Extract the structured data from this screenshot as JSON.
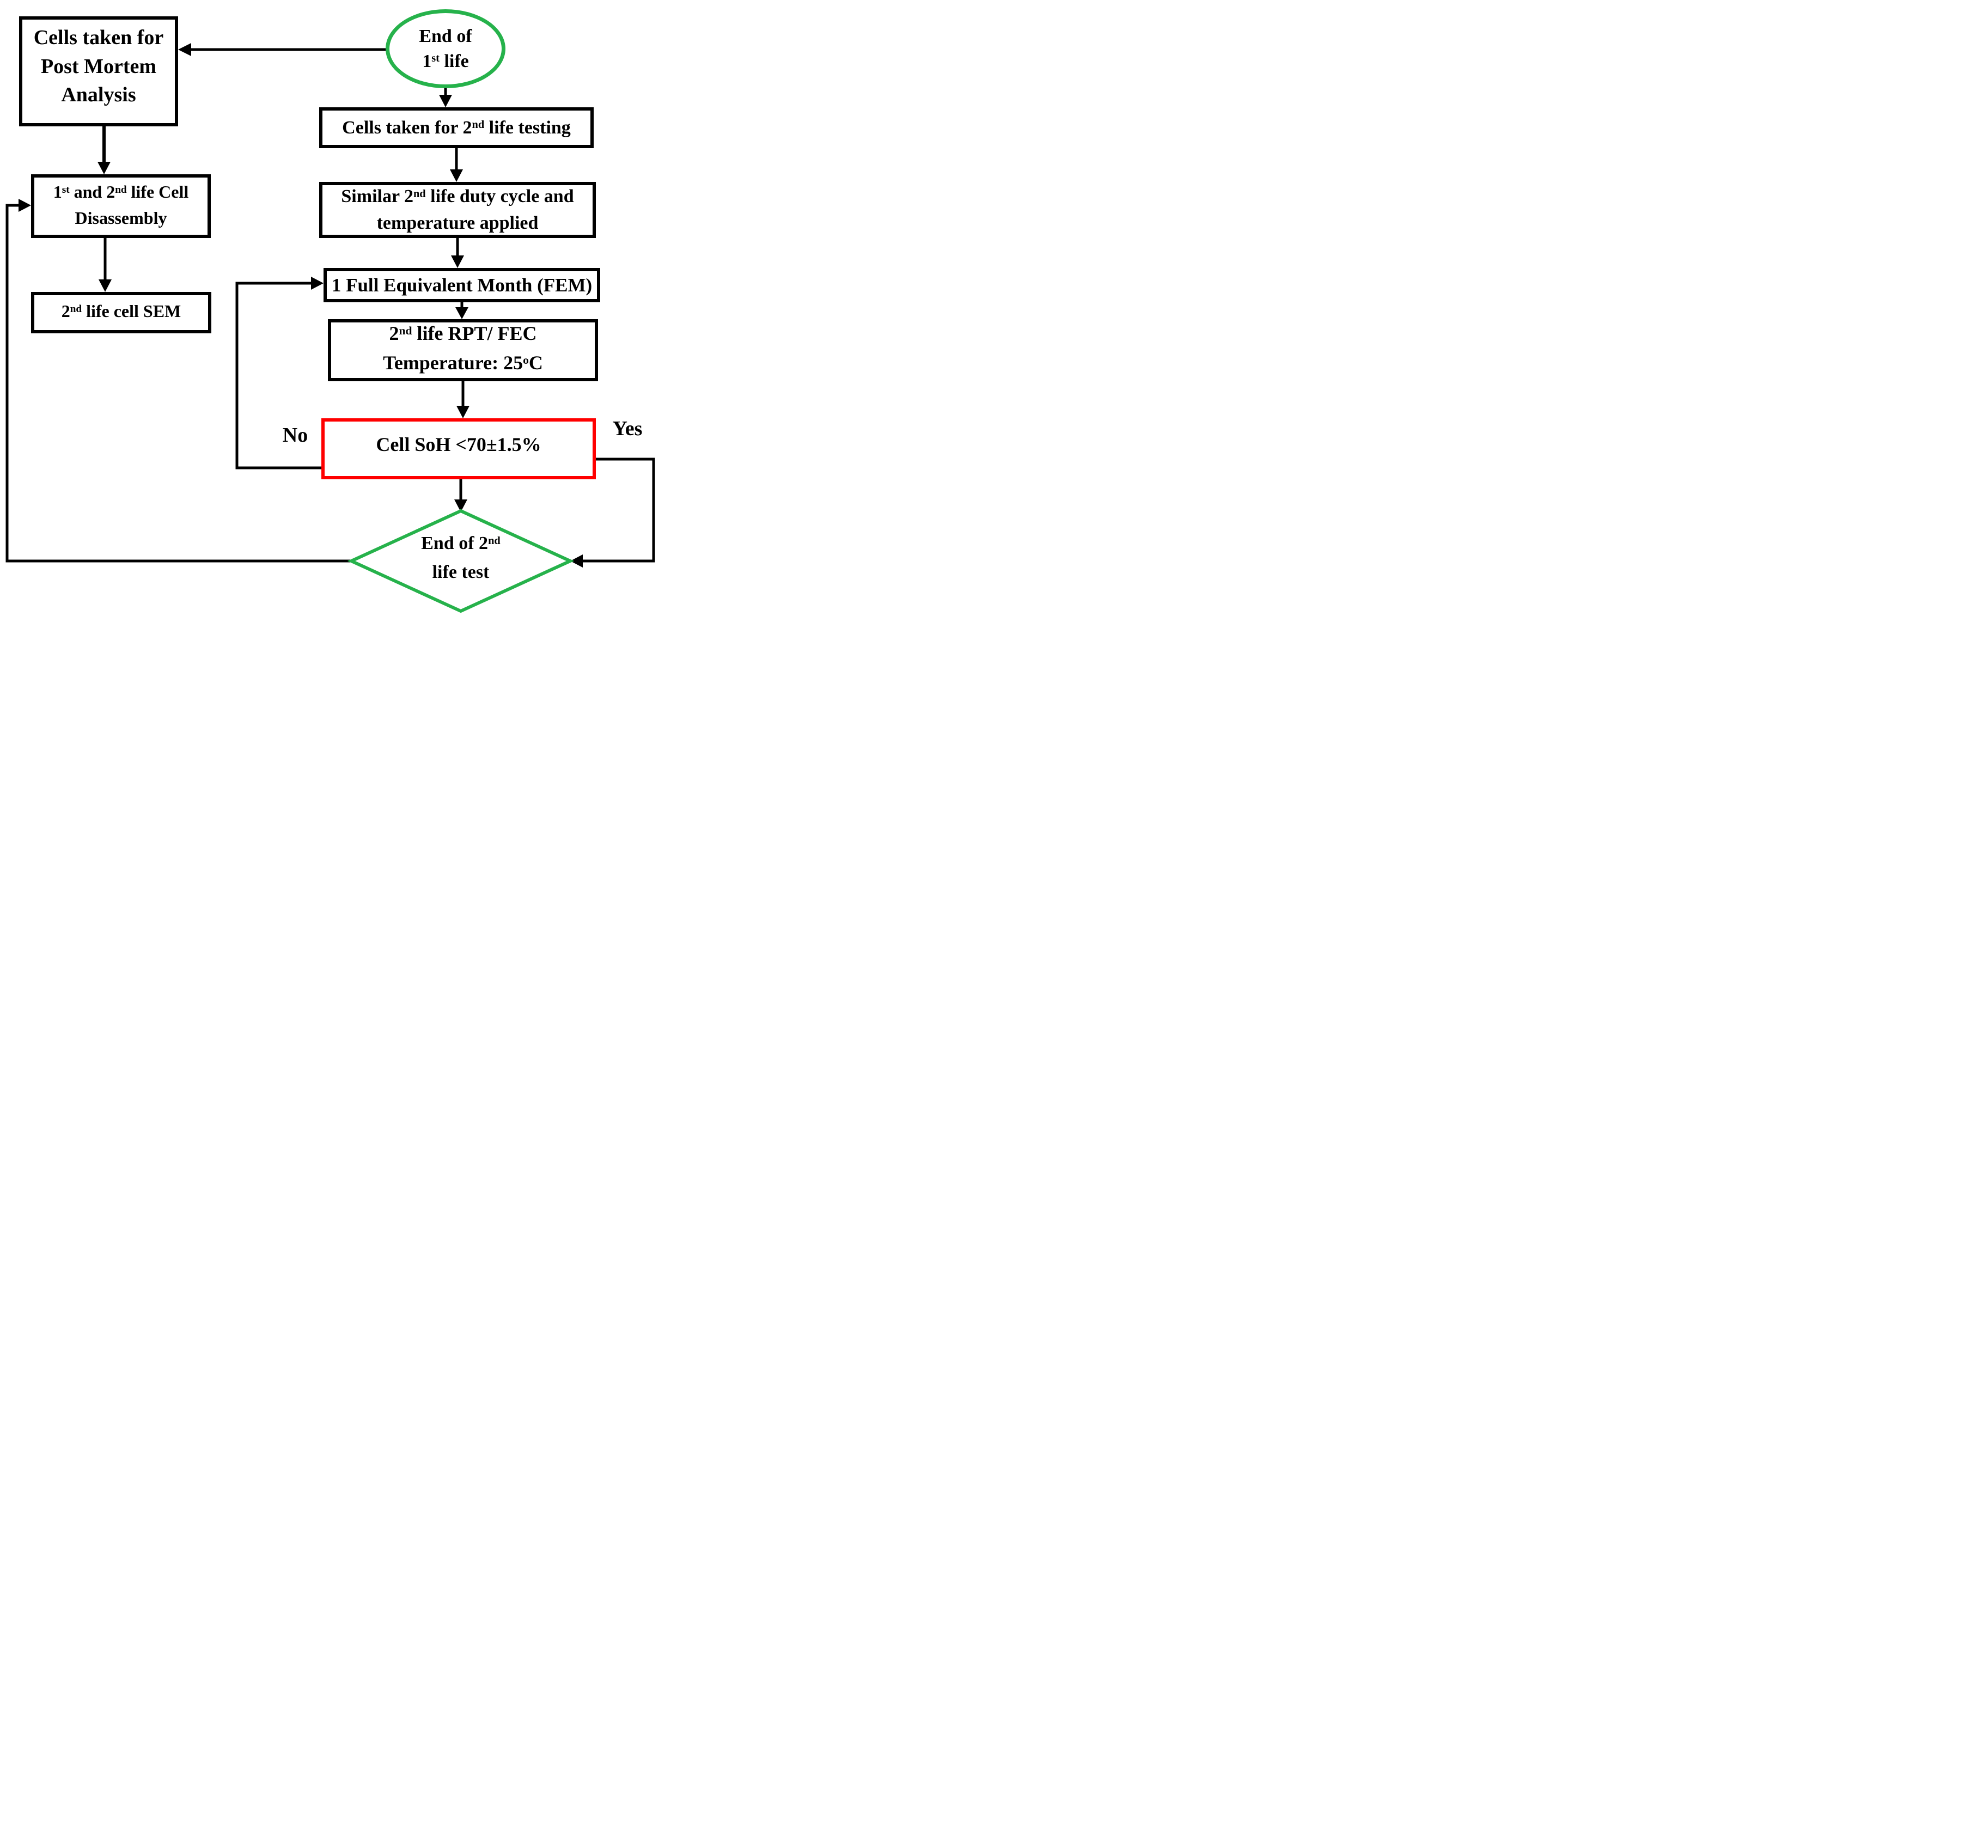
{
  "colors": {
    "green": "#26b24b",
    "red": "#ff0000",
    "line": "#000000"
  },
  "nodes": {
    "post_mortem": {
      "lines": [
        "Cells taken for",
        "Post Mortem",
        "Analysis"
      ]
    },
    "end_first_life": {
      "lines": [
        "End of",
        "1^{st} life"
      ]
    },
    "second_life_testing": {
      "lines": [
        "Cells taken for 2^{nd} life testing"
      ]
    },
    "duty_cycle": {
      "lines": [
        "Similar 2^{nd} life duty cycle and",
        "temperature applied"
      ]
    },
    "fem": {
      "lines": [
        "1 Full Equivalent Month (FEM)"
      ]
    },
    "rpt_fec": {
      "lines": [
        "2^{nd} life RPT/ FEC",
        "Temperature: 25^{o}C"
      ]
    },
    "soh_check": {
      "lines": [
        "Cell SoH <70±1.5%"
      ]
    },
    "end_second_life": {
      "lines": [
        "End  of 2^{nd}",
        "life test"
      ]
    },
    "disassembly": {
      "lines": [
        "1^{st} and 2^{nd} life Cell",
        "Disassembly"
      ]
    },
    "sem": {
      "lines": [
        "2^{nd} life cell SEM"
      ]
    }
  },
  "edges": {
    "no_label": "No",
    "yes_label": "Yes"
  }
}
